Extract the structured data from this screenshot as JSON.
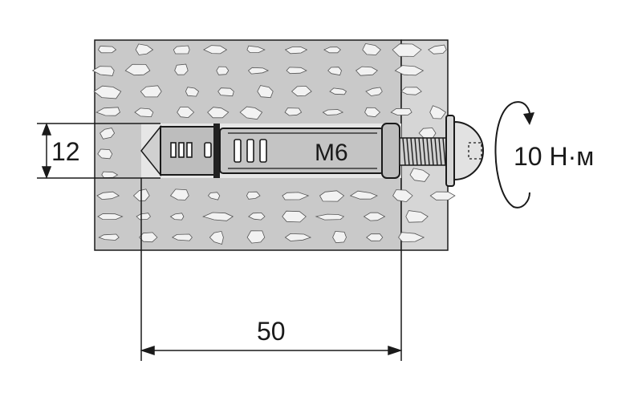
{
  "drawing": {
    "hole_diameter_label": "12",
    "depth_label": "50",
    "bolt_thread_label": "M6",
    "torque_label": "10 Н·м"
  },
  "colors": {
    "wall_fill": "#c9c9c9",
    "stone_fill": "#f2f2f2",
    "anchor_fill": "#bdbdbd",
    "line": "#1a1a1a"
  }
}
